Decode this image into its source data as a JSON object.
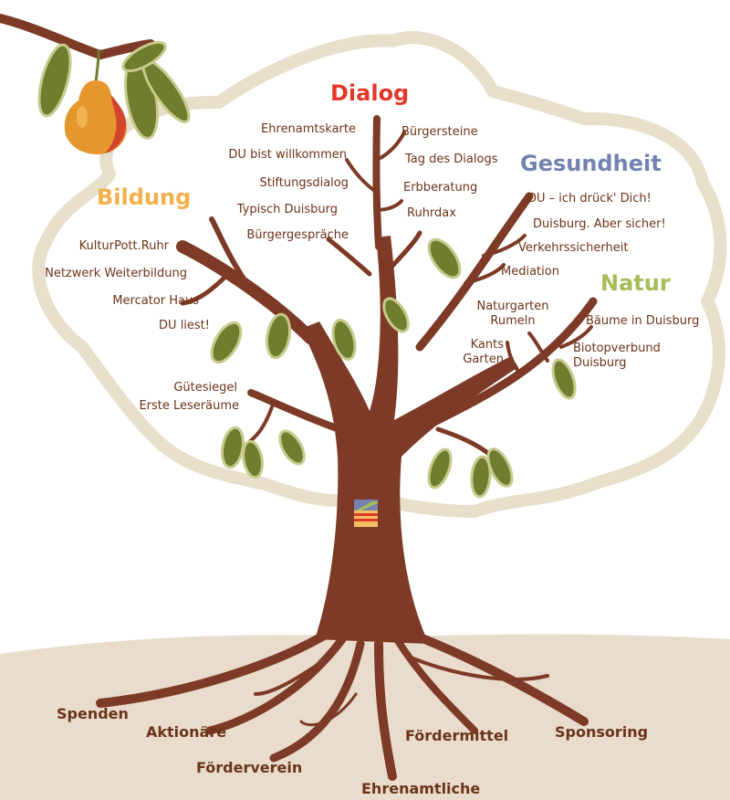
{
  "colors": {
    "trunk": "#7d3a26",
    "ground": "#e9dccd",
    "crown_outline": "#e7dfca",
    "leaf": "#6e7d2e",
    "leaf_light": "#c8ca8c",
    "text": "#6b3419",
    "dialog": "#e0392b",
    "bildung": "#f2b04a",
    "gesundheit": "#7382b0",
    "natur": "#a4bd55",
    "pear": "#e5962d"
  },
  "categories": {
    "dialog": {
      "title": "Dialog",
      "left_items": [
        "Ehrenamtskarte",
        "DU bist willkommen",
        "Stiftungsdialog",
        "Typisch Duisburg",
        "Bürgergespräche"
      ],
      "right_items": [
        "Bürgersteine",
        "Tag des Dialogs",
        "Erbberatung",
        "Ruhrdax"
      ]
    },
    "bildung": {
      "title": "Bildung",
      "items": [
        "KulturPott.Ruhr",
        "Netzwerk Weiterbildung",
        "Mercator Haus",
        "DU liest!"
      ],
      "lower_items": [
        "Gütesiegel",
        "Erste Leseräume"
      ]
    },
    "gesundheit": {
      "title": "Gesundheit",
      "items": [
        "DU – ich drück' Dich!",
        "Duisburg. Aber sicher!",
        "Verkehrssicherheit",
        "Mediation"
      ]
    },
    "natur": {
      "title": "Natur",
      "left_items": [
        [
          "Naturgarten",
          "Rumeln"
        ],
        [
          "Kants",
          "Garten"
        ]
      ],
      "right_items": [
        [
          "Bäume in Duisburg"
        ],
        [
          "Biotopverbund",
          "Duisburg"
        ]
      ]
    }
  },
  "roots": [
    "Spenden",
    "Aktionäre",
    "Förderverein",
    "Fördermittel",
    "Ehrenamtliche",
    "Sponsoring"
  ]
}
